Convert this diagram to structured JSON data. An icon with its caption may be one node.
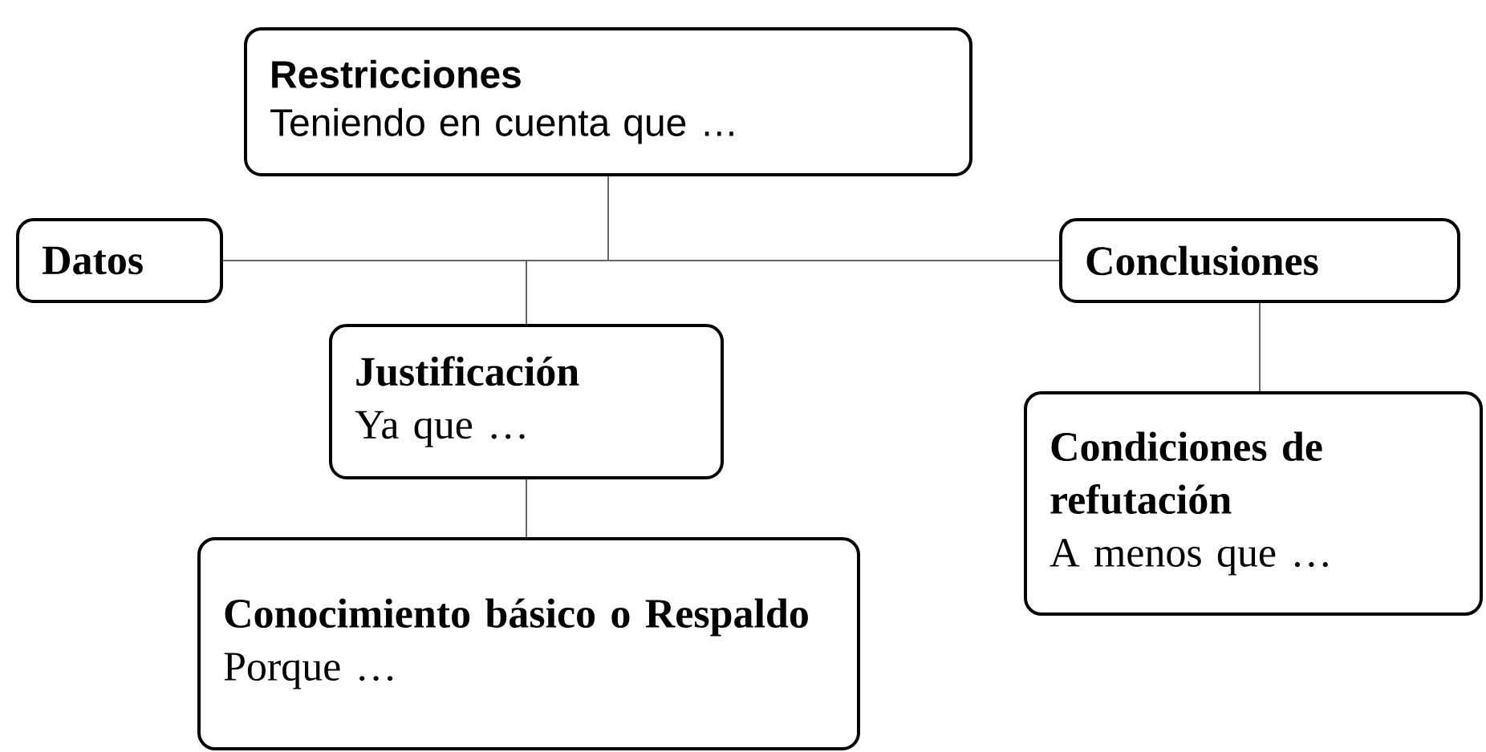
{
  "diagram": {
    "nodes": [
      {
        "text": [
          "Restricciones",
          "Teniendo en cuenta que …"
        ]
      },
      {
        "text": [
          "Datos"
        ]
      },
      {
        "text": [
          "Conclusiones"
        ]
      },
      {
        "text": [
          "Justificación",
          "Ya que …"
        ]
      },
      {
        "text": [
          "Conocimiento básico o Respaldo",
          "Porque …"
        ]
      },
      {
        "text": [
          "Condiciones de refutación",
          "A menos que …"
        ]
      }
    ],
    "edges": [
      {
        "from": 1,
        "to": 2,
        "arrow": "none"
      },
      {
        "from": 0,
        "to": 2,
        "arrow": "none"
      },
      {
        "from": 3,
        "to": 2,
        "arrow": "none"
      },
      {
        "from": 2,
        "to": 5,
        "arrow": "none"
      },
      {
        "from": 3,
        "to": 4,
        "arrow": "none"
      }
    ]
  }
}
